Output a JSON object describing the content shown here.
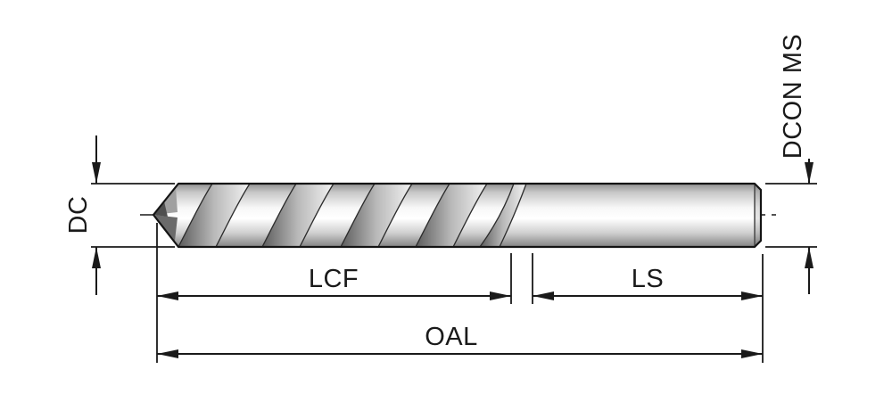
{
  "diagram": {
    "type": "technical-drawing",
    "subject": "twist-drill-dimension-diagram",
    "labels": {
      "dc": "DC",
      "dcon_ms": "DCON MS",
      "lcf": "LCF",
      "ls": "LS",
      "oal": "OAL"
    },
    "colors": {
      "line": "#1a1a1a",
      "background": "#ffffff",
      "steel_light": "#fafafa",
      "steel_dark": "#838383"
    }
  }
}
